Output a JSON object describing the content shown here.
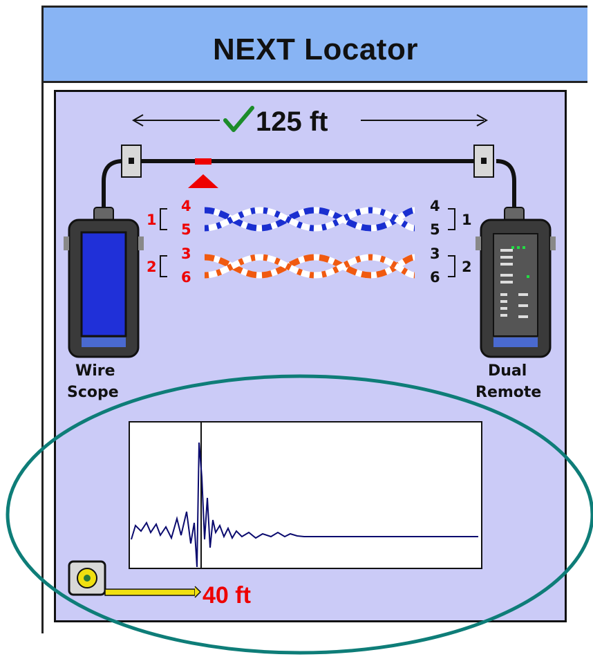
{
  "window": {
    "title": "NEXT Locator"
  },
  "cable": {
    "length_label": "125 ft",
    "status_icon": "checkmark-icon"
  },
  "devices": {
    "left_line1": "Wire",
    "left_line2": "Scope",
    "right_line1": "Dual",
    "right_line2": "Remote"
  },
  "pairs": [
    {
      "left_pair": "1",
      "left_pins": [
        "4",
        "5"
      ],
      "right_pins": [
        "4",
        "5"
      ],
      "right_pair": "1",
      "color": "#1a2fd0"
    },
    {
      "left_pair": "2",
      "left_pins": [
        "3",
        "6"
      ],
      "right_pins": [
        "3",
        "6"
      ],
      "right_pair": "2",
      "color": "#f05a10"
    }
  ],
  "fault": {
    "distance_label": "40 ft",
    "marker_color": "#ee0000"
  },
  "colors": {
    "title_bg": "#88b4f4",
    "panel_bg": "#cbcbf7",
    "trace": "#0a0a6e",
    "annotation_ellipse": "#0e7d78"
  }
}
